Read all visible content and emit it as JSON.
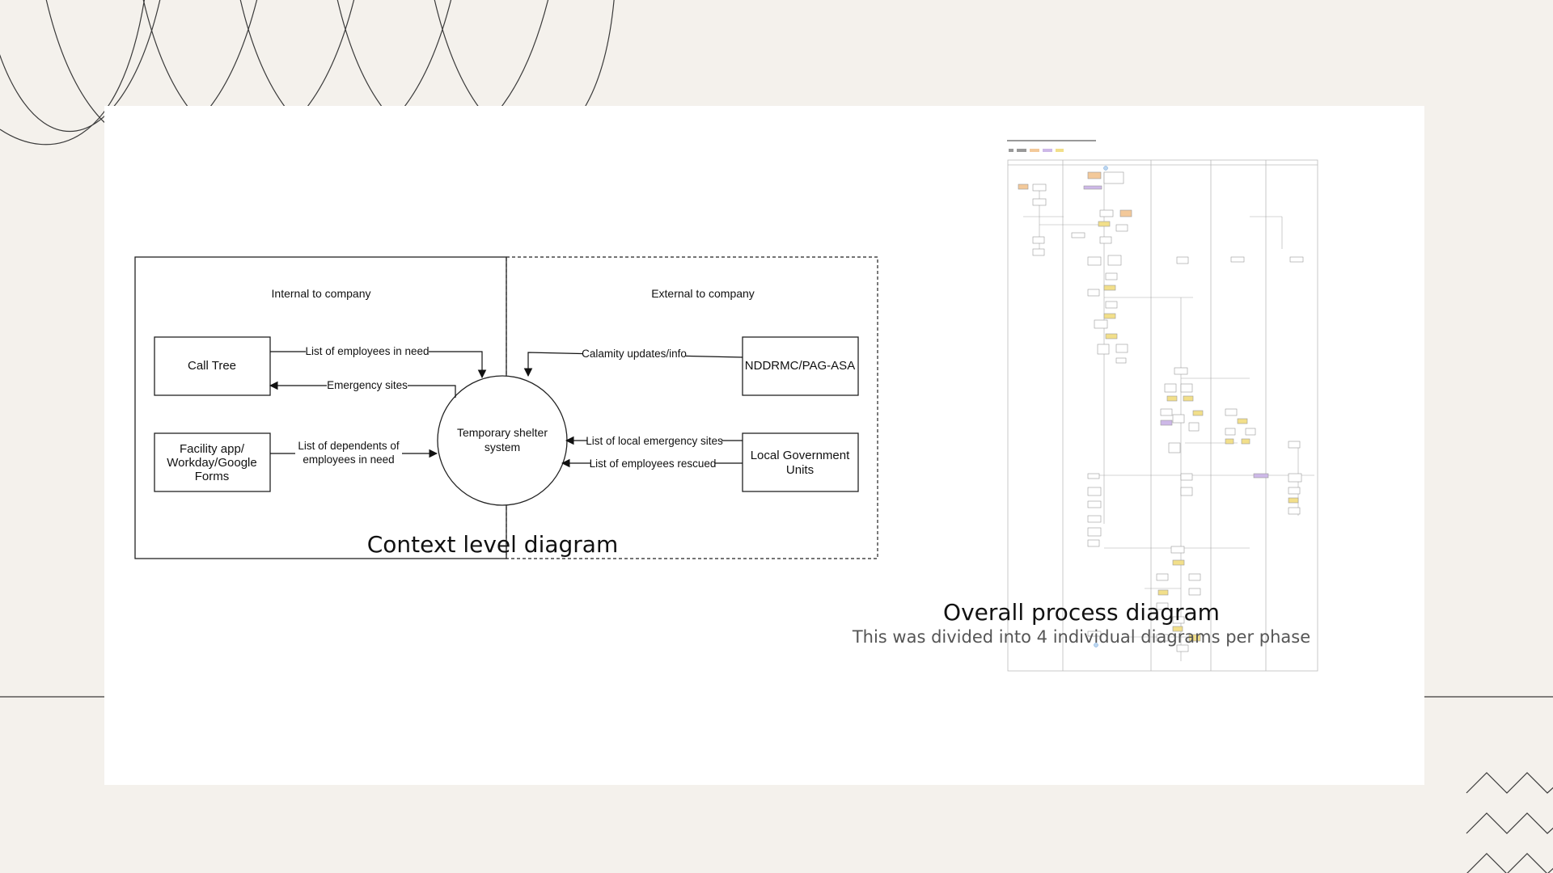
{
  "context_diagram": {
    "caption": "Context level diagram",
    "regions": {
      "internal": "Internal to company",
      "external": "External to company"
    },
    "center": {
      "line1": "Temporary shelter",
      "line2": "system"
    },
    "entities": {
      "call_tree": "Call Tree",
      "facility_line1": "Facility app/",
      "facility_line2": "Workday/Google",
      "facility_line3": "Forms",
      "nddrmc": "NDDRMC/PAG-ASA",
      "lgu_line1": "Local Government",
      "lgu_line2": "Units"
    },
    "flows": {
      "employees_in_need": "List of employees in need",
      "emergency_sites": "Emergency sites",
      "dependents_line1": "List of dependents of",
      "dependents_line2": "employees in need",
      "calamity_updates": "Calamity updates/info",
      "local_emergency_sites": "List of local emergency sites",
      "employees_rescued": "List of employees rescued"
    }
  },
  "overall_diagram": {
    "caption": "Overall process diagram",
    "subcaption": "This was divided into 4 individual diagrams per phase"
  }
}
